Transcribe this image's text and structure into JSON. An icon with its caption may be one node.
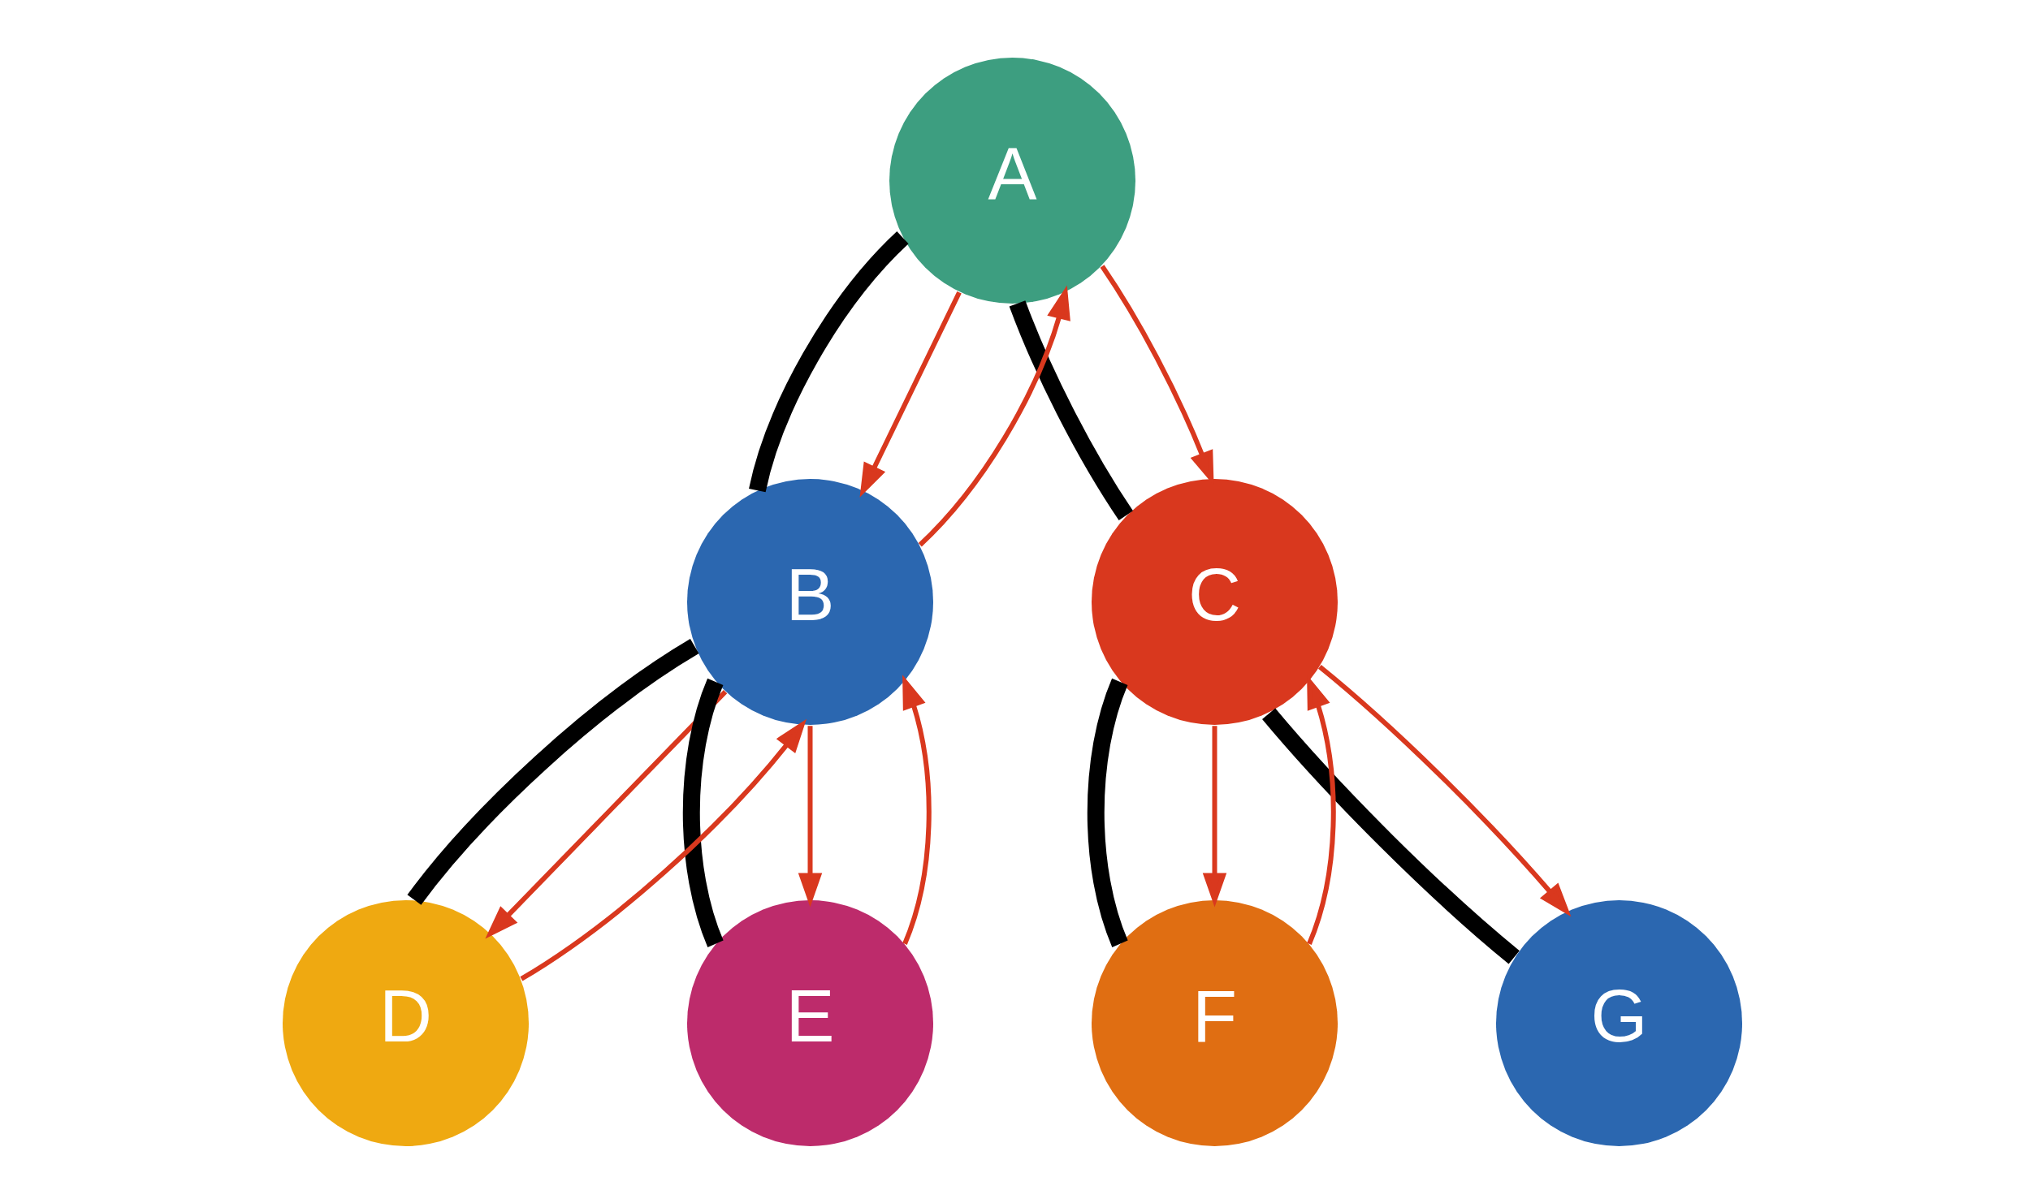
{
  "diagram": {
    "nodes": [
      {
        "text": [
          "A"
        ]
      },
      {
        "text": [
          "B"
        ]
      },
      {
        "text": [
          "C"
        ]
      },
      {
        "text": [
          "D"
        ]
      },
      {
        "text": [
          "E"
        ]
      },
      {
        "text": [
          "F"
        ]
      },
      {
        "text": [
          "G"
        ]
      }
    ],
    "edges": [
      {
        "from": 0,
        "to": 1,
        "arrow": "none",
        "style": "thick",
        "color": "#000000"
      },
      {
        "from": 0,
        "to": 2,
        "arrow": "none",
        "style": "thick",
        "color": "#000000"
      },
      {
        "from": 1,
        "to": 3,
        "arrow": "none",
        "style": "thick",
        "color": "#000000"
      },
      {
        "from": 1,
        "to": 4,
        "arrow": "none",
        "style": "thick",
        "color": "#000000"
      },
      {
        "from": 2,
        "to": 5,
        "arrow": "none",
        "style": "thick",
        "color": "#000000"
      },
      {
        "from": 2,
        "to": 6,
        "arrow": "none",
        "style": "thick",
        "color": "#000000"
      },
      {
        "from": 0,
        "to": 1,
        "arrow": "to",
        "color": "#d9381e"
      },
      {
        "from": 1,
        "to": 0,
        "arrow": "to",
        "color": "#d9381e"
      },
      {
        "from": 0,
        "to": 2,
        "arrow": "to",
        "color": "#d9381e"
      },
      {
        "from": 1,
        "to": 3,
        "arrow": "to",
        "color": "#d9381e"
      },
      {
        "from": 3,
        "to": 1,
        "arrow": "to",
        "color": "#d9381e"
      },
      {
        "from": 1,
        "to": 4,
        "arrow": "to",
        "color": "#d9381e"
      },
      {
        "from": 4,
        "to": 1,
        "arrow": "to",
        "color": "#d9381e"
      },
      {
        "from": 2,
        "to": 5,
        "arrow": "to",
        "color": "#d9381e"
      },
      {
        "from": 5,
        "to": 2,
        "arrow": "to",
        "color": "#d9381e"
      },
      {
        "from": 2,
        "to": 6,
        "arrow": "to",
        "color": "#d9381e"
      }
    ]
  }
}
